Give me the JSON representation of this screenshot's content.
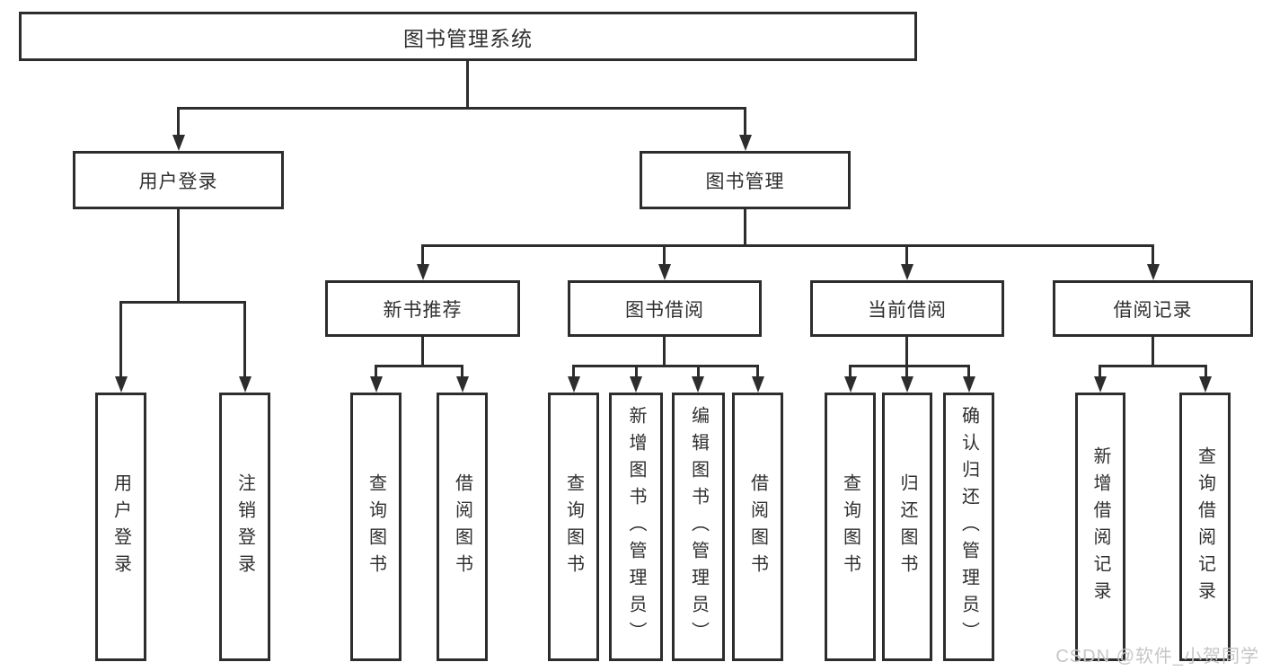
{
  "root": {
    "label": "图书管理系统"
  },
  "branches": [
    {
      "label": "用户登录",
      "children": [
        {
          "label": "用户登录"
        },
        {
          "label": "注销登录"
        }
      ]
    },
    {
      "label": "图书管理",
      "children": [
        {
          "label": "新书推荐",
          "children": [
            {
              "label": "查询图书"
            },
            {
              "label": "借阅图书"
            }
          ]
        },
        {
          "label": "图书借阅",
          "children": [
            {
              "label": "查询图书"
            },
            {
              "label": "新增图书（管理员）"
            },
            {
              "label": "编辑图书（管理员）"
            },
            {
              "label": "借阅图书"
            }
          ]
        },
        {
          "label": "当前借阅",
          "children": [
            {
              "label": "查询图书"
            },
            {
              "label": "归还图书"
            },
            {
              "label": "确认归还（管理员）"
            }
          ]
        },
        {
          "label": "借阅记录",
          "children": [
            {
              "label": "新增借阅记录"
            },
            {
              "label": "查询借阅记录"
            }
          ]
        }
      ]
    }
  ],
  "watermark": "CSDN @软件_小贺同学",
  "colors": {
    "line": "#2d2d2d",
    "text": "#2f2f2f",
    "watermark": "#c6c6c6",
    "background": "#ffffff"
  }
}
